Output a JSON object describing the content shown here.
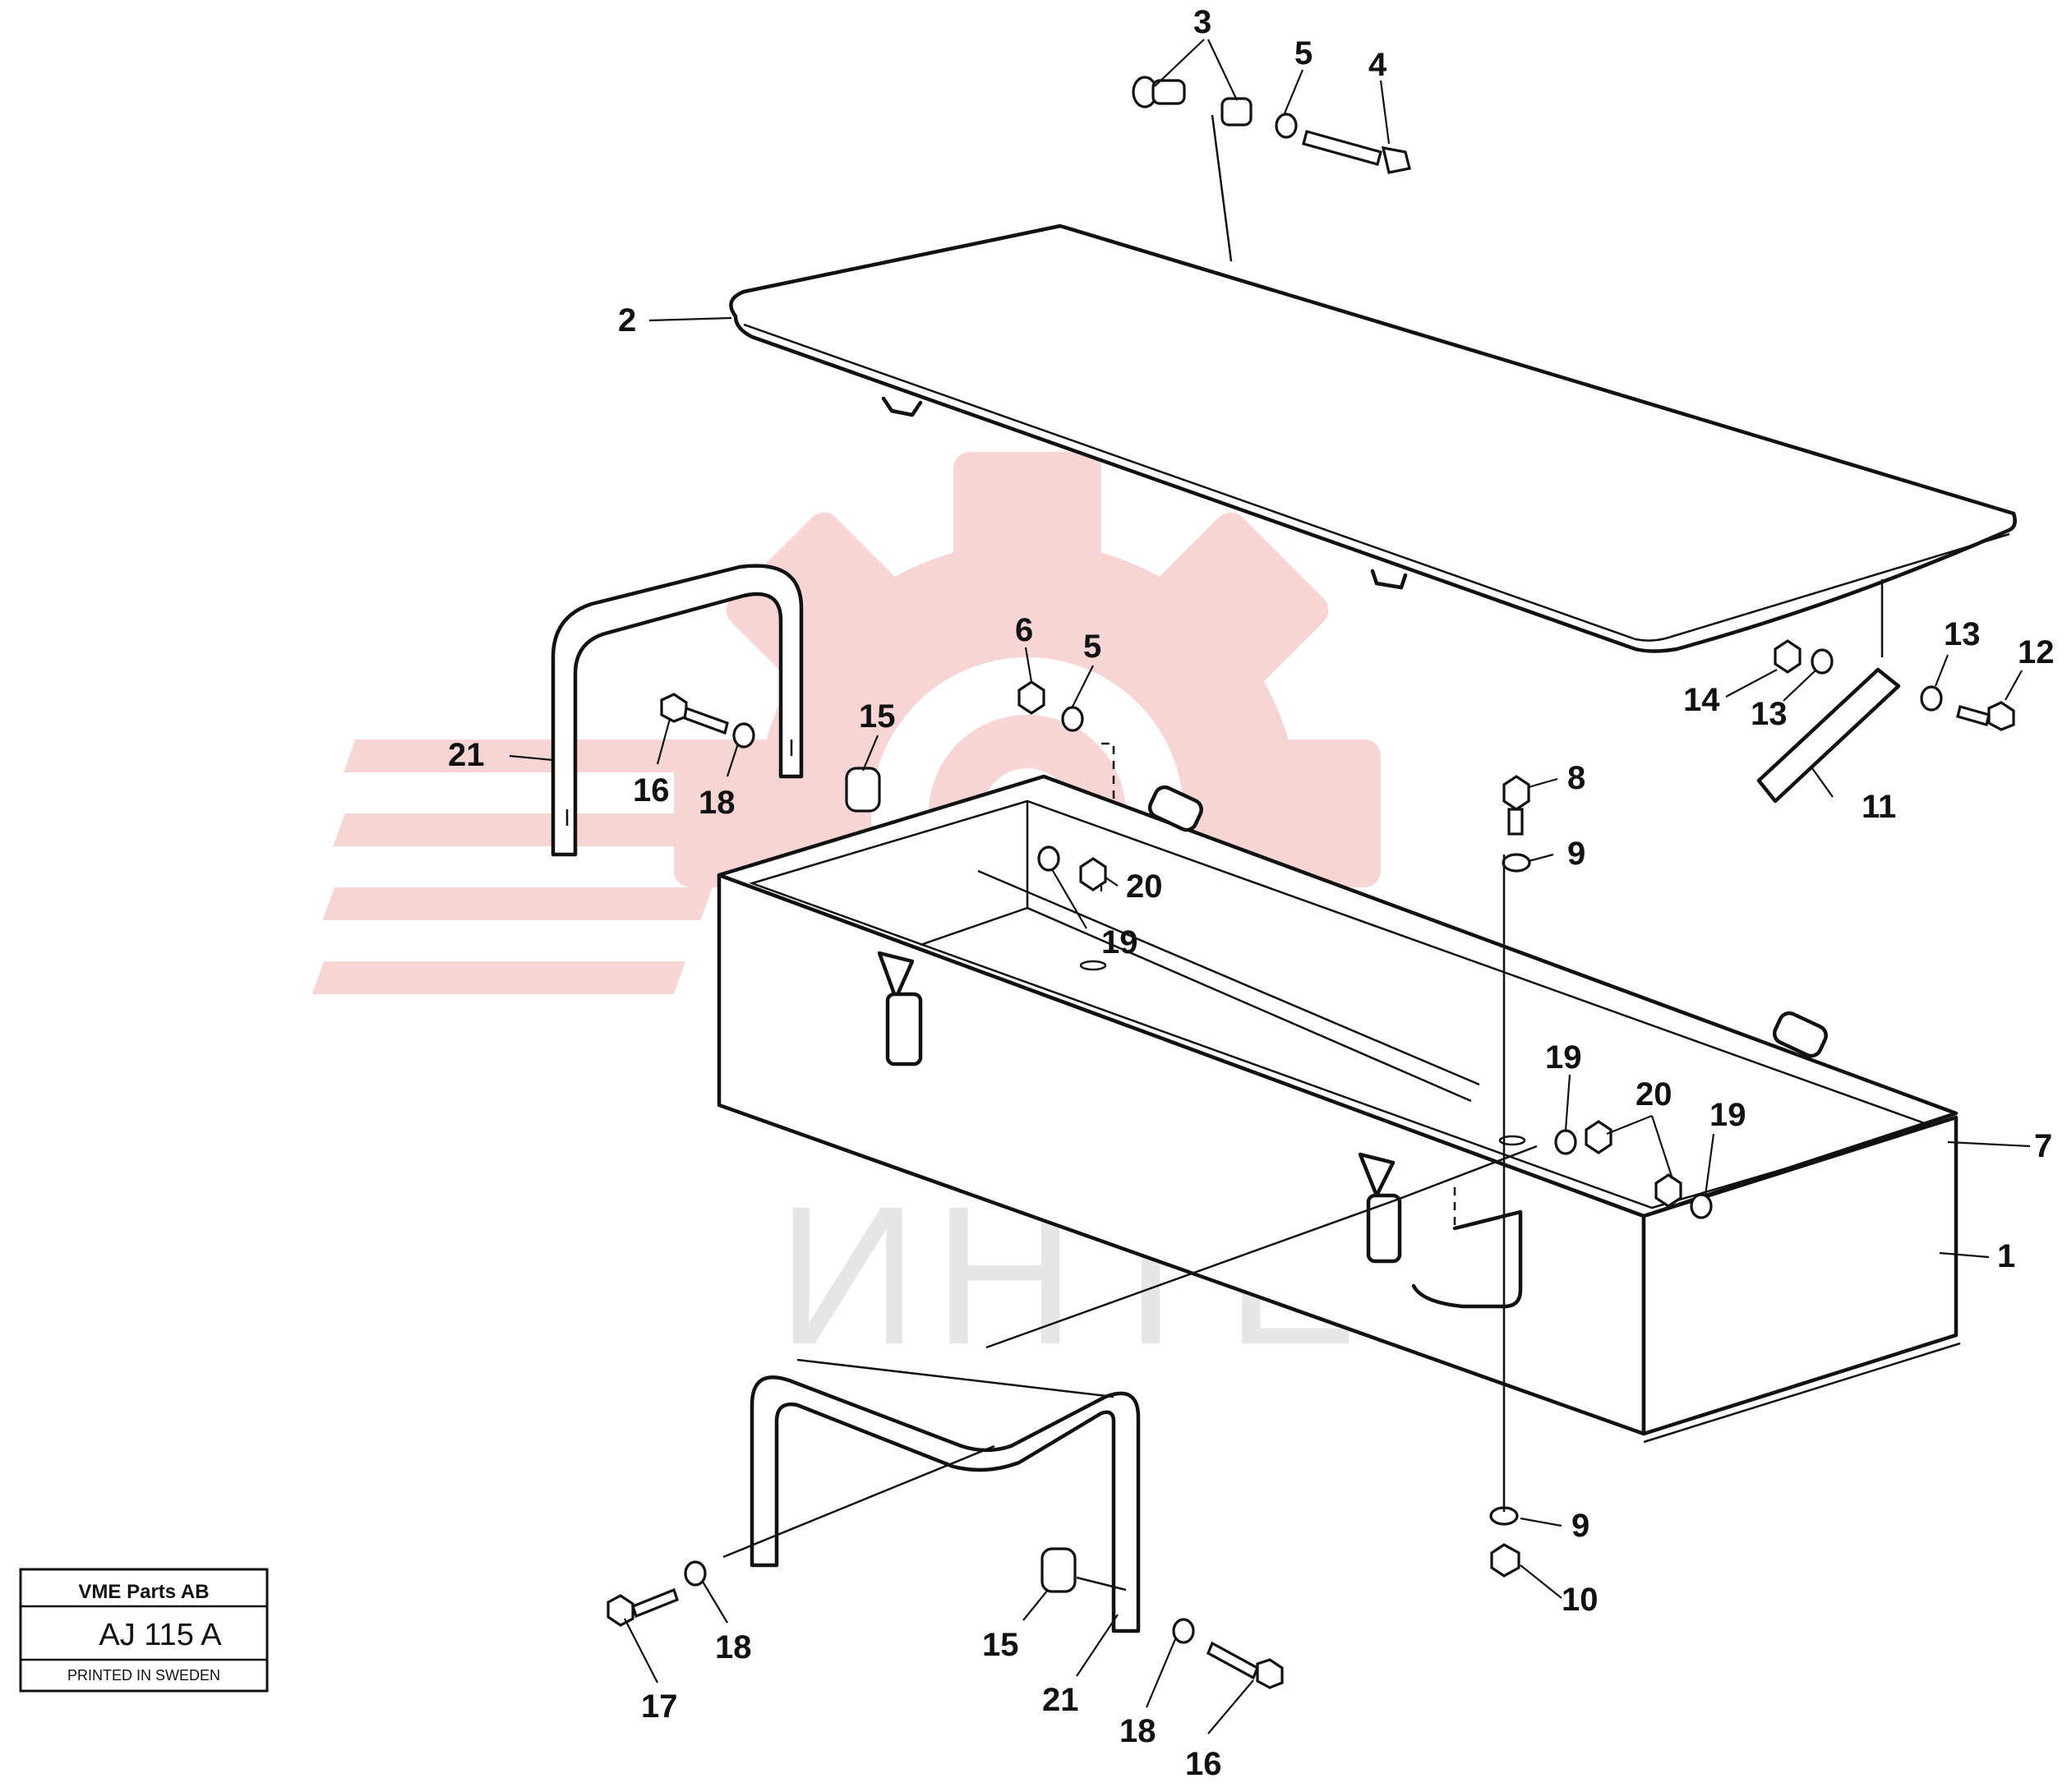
{
  "watermark": {
    "brand_text": "ИНТЕХ",
    "gear_color": "#f6c9c9",
    "text_color": "#e6e6e6"
  },
  "title_block": {
    "company": "VME Parts AB",
    "drawing_number": "AJ 115 A",
    "printed_note": "PRINTED IN SWEDEN"
  },
  "callouts": {
    "c1": "1",
    "c2": "2",
    "c3": "3",
    "c4": "4",
    "c5a": "5",
    "c5b": "5",
    "c6": "6",
    "c7": "7",
    "c8": "8",
    "c9a": "9",
    "c9b": "9",
    "c10": "10",
    "c11": "11",
    "c12": "12",
    "c13a": "13",
    "c13b": "13",
    "c14": "14",
    "c15a": "15",
    "c15b": "15",
    "c16a": "16",
    "c16b": "16",
    "c17": "17",
    "c18a": "18",
    "c18b": "18",
    "c18c": "18",
    "c19a": "19",
    "c19b": "19",
    "c19c": "19",
    "c20a": "20",
    "c20b": "20",
    "c21a": "21",
    "c21b": "21"
  }
}
